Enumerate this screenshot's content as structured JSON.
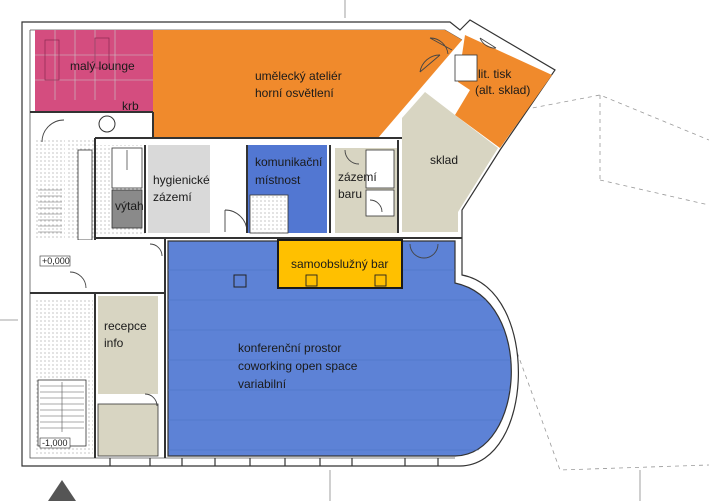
{
  "rooms": {
    "lounge": {
      "label": "malý lounge",
      "color": "#d44d7f"
    },
    "krb": {
      "label": "krb"
    },
    "atelier": {
      "line1": "umělecký ateliér",
      "line2": "horní osvětlení",
      "color": "#f08a2c"
    },
    "tisk": {
      "line1": "lit. tisk",
      "line2": "(alt. sklad)",
      "color": "#f08a2c"
    },
    "sklad": {
      "label": "sklad",
      "color": "#d8d5c2"
    },
    "hygiene": {
      "line1": "hygienické",
      "line2": "zázemí",
      "color": "#d9d9d9"
    },
    "vytah": {
      "label": "výtah",
      "color": "#8a8a8a"
    },
    "komunikacni": {
      "line1": "komunikační",
      "line2": "místnost",
      "color": "#5277d2"
    },
    "zazemi_baru": {
      "line1": "zázemí",
      "line2": "baru",
      "color": "#d8d5c2"
    },
    "bar": {
      "label": "samoobslužný bar",
      "color": "#ffc000",
      "border": "#1a1a1a"
    },
    "recepce": {
      "line1": "recepce",
      "line2": "info",
      "color": "#d8d5c2"
    },
    "konference": {
      "line1": "konferenční prostor",
      "line2": "coworking open space",
      "line3": "variabilní",
      "color": "#5d82d6"
    }
  },
  "levels": {
    "upper": "+0,000",
    "lower": "-1,000"
  },
  "colors": {
    "wall": "#ffffff",
    "outline": "#333333",
    "north_arrow": "#555555"
  }
}
